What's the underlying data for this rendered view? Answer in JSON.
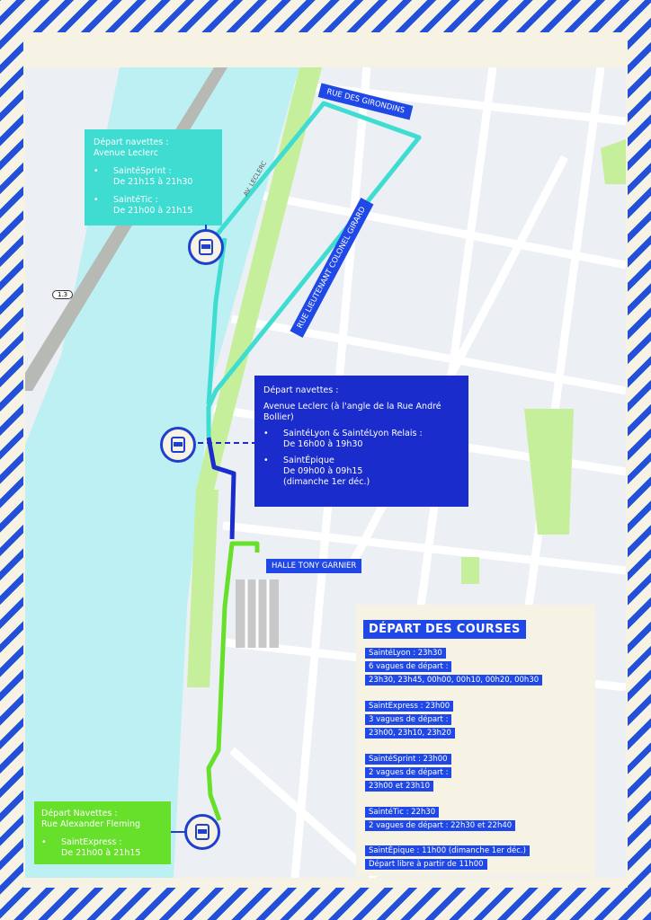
{
  "streets": {
    "girondins": "RUE DES GIRONDINS",
    "girard": "RUE LIEUTENANT COLONEL GIRARD",
    "halle": "HALLE TONY GARNIER",
    "av_leclerc": "AV. LECLERC",
    "road_marker": "1.3"
  },
  "shuttle_north": {
    "title": "Départ navettes :",
    "location": "Avenue Leclerc",
    "items": [
      {
        "name": "SaintéSprint :",
        "time": "De 21h15 à 21h30"
      },
      {
        "name": "SaintéTic :",
        "time": "De 21h00 à 21h15"
      }
    ]
  },
  "shuttle_center": {
    "title": "Départ navettes :",
    "location": "Avenue Leclerc (à l'angle de la Rue André Bollier)",
    "items": [
      {
        "name": "SaintéLyon & SaintéLyon Relais :",
        "time": "De 16h00 à 19h30"
      },
      {
        "name": "SaintÉpique",
        "time": "De 09h00 à 09h15",
        "note": "(dimanche 1er déc.)"
      }
    ]
  },
  "shuttle_south": {
    "title": "Départ Navettes :",
    "location": "Rue Alexander Fleming",
    "items": [
      {
        "name": "SaintExpress :",
        "time": "De 21h00 à 21h15"
      }
    ]
  },
  "bullet": "•",
  "courses": {
    "title": "DÉPART DES COURSES",
    "rows": [
      "SaintéLyon : 23h30",
      "6 vagues de départ :",
      "23h30, 23h45, 00h00, 00h10, 00h20, 00h30",
      "SaintExpress : 23h00",
      "3 vagues de départ :",
      "23h00, 23h10, 23h20",
      "SaintéSprint : 23h00",
      "2 vagues de départ :",
      "23h00 et 23h10",
      "SaintéTic : 22h30",
      "2 vagues de départ : 22h30 et 22h40",
      "SaintÉpique : 11h00 (dimanche 1er déc.)",
      "Départ libre à partir de 11h00"
    ]
  },
  "colors": {
    "teal": "#3fdcd2",
    "navy": "#1a2ccc",
    "green": "#66e02a",
    "blue": "#1f48e6"
  }
}
